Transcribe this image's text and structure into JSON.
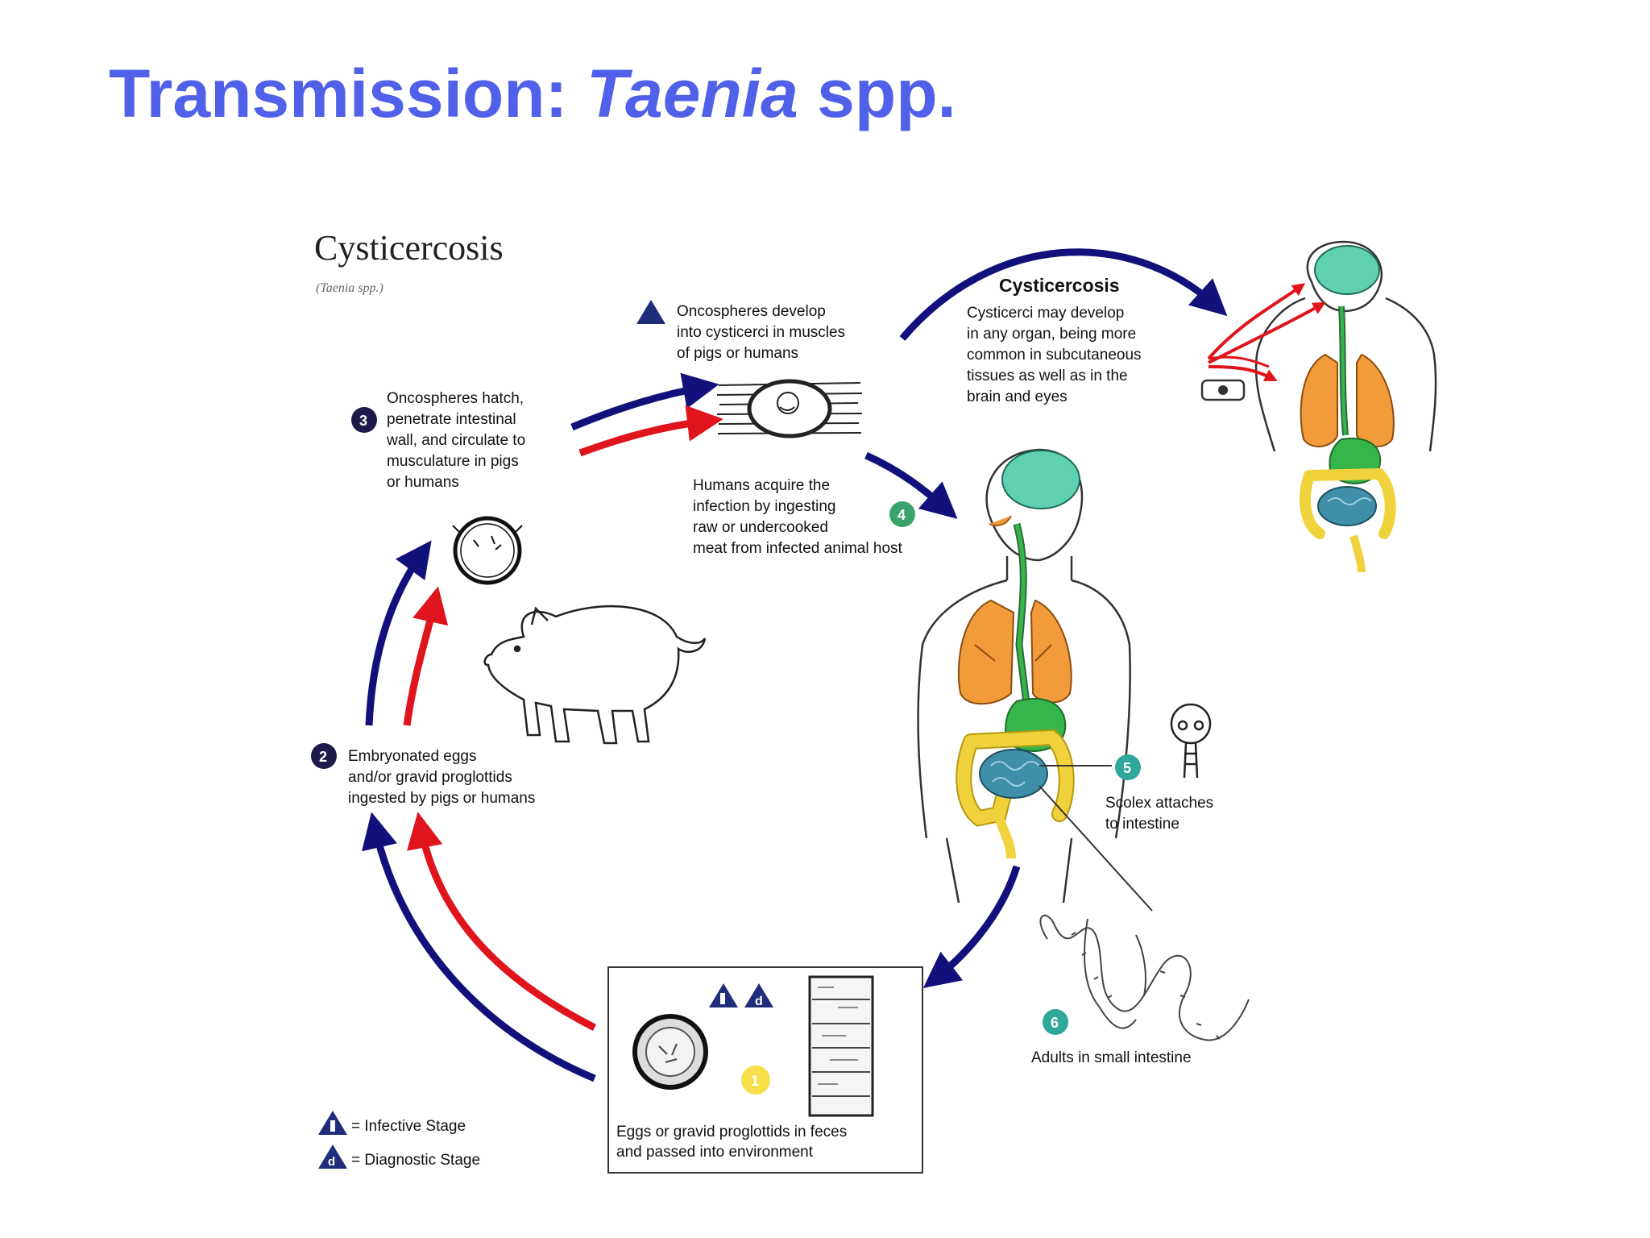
{
  "slide_title": {
    "prefix": "Transmission: ",
    "genus": "Taenia",
    "suffix": " spp."
  },
  "diagram": {
    "title": "Cysticercosis",
    "subtitle": "(Taenia spp.)",
    "cysticercosis_heading": "Cysticercosis",
    "steps": [
      {
        "number": "1",
        "marker": "circle",
        "color": "#f5e04a",
        "lines": [
          "Eggs or gravid proglottids in feces",
          "and passed into environment"
        ]
      },
      {
        "number": "2",
        "marker": "circle",
        "color": "#1e1b4a",
        "lines": [
          "Embryonated eggs",
          "and/or gravid proglottids",
          "ingested by pigs or humans"
        ]
      },
      {
        "number": "3",
        "marker": "circle",
        "color": "#1e1b4a",
        "lines": [
          "Oncospheres hatch,",
          "penetrate intestinal",
          "wall, and circulate to",
          "musculature in pigs",
          "or humans"
        ]
      },
      {
        "number": "",
        "marker": "triangle",
        "color": "#1f2d7a",
        "lines": [
          "Oncospheres develop",
          "into cysticerci in muscles",
          "of pigs or humans"
        ]
      },
      {
        "number": "4",
        "marker": "circle",
        "color": "#3aa36b",
        "lines": [
          "Humans acquire the",
          "infection by ingesting",
          "raw or undercooked",
          "meat from infected animal host"
        ]
      },
      {
        "number": "5",
        "marker": "circle",
        "color": "#2fa79a",
        "lines": [
          "Scolex attaches",
          "to intestine"
        ]
      },
      {
        "number": "6",
        "marker": "circle",
        "color": "#2fa79a",
        "lines": [
          "Adults in small intestine"
        ]
      }
    ],
    "cysticercosis_note": [
      "Cysticerci may develop",
      "in any organ, being more",
      "common in subcutaneous",
      "tissues as well as in the",
      "brain and eyes"
    ],
    "legend": [
      {
        "symbol": "i",
        "label": "= Infective Stage"
      },
      {
        "symbol": "d",
        "label": "= Diagnostic Stage"
      }
    ],
    "colors": {
      "arrow_blue": "#12107a",
      "arrow_red": "#e0141c",
      "brain": "#5fd1b0",
      "lungs": "#f29b3a",
      "stomach": "#35b54a",
      "intestine": "#f0d23c",
      "small_intestine": "#3f8fa8",
      "title": "#5060e8"
    }
  }
}
